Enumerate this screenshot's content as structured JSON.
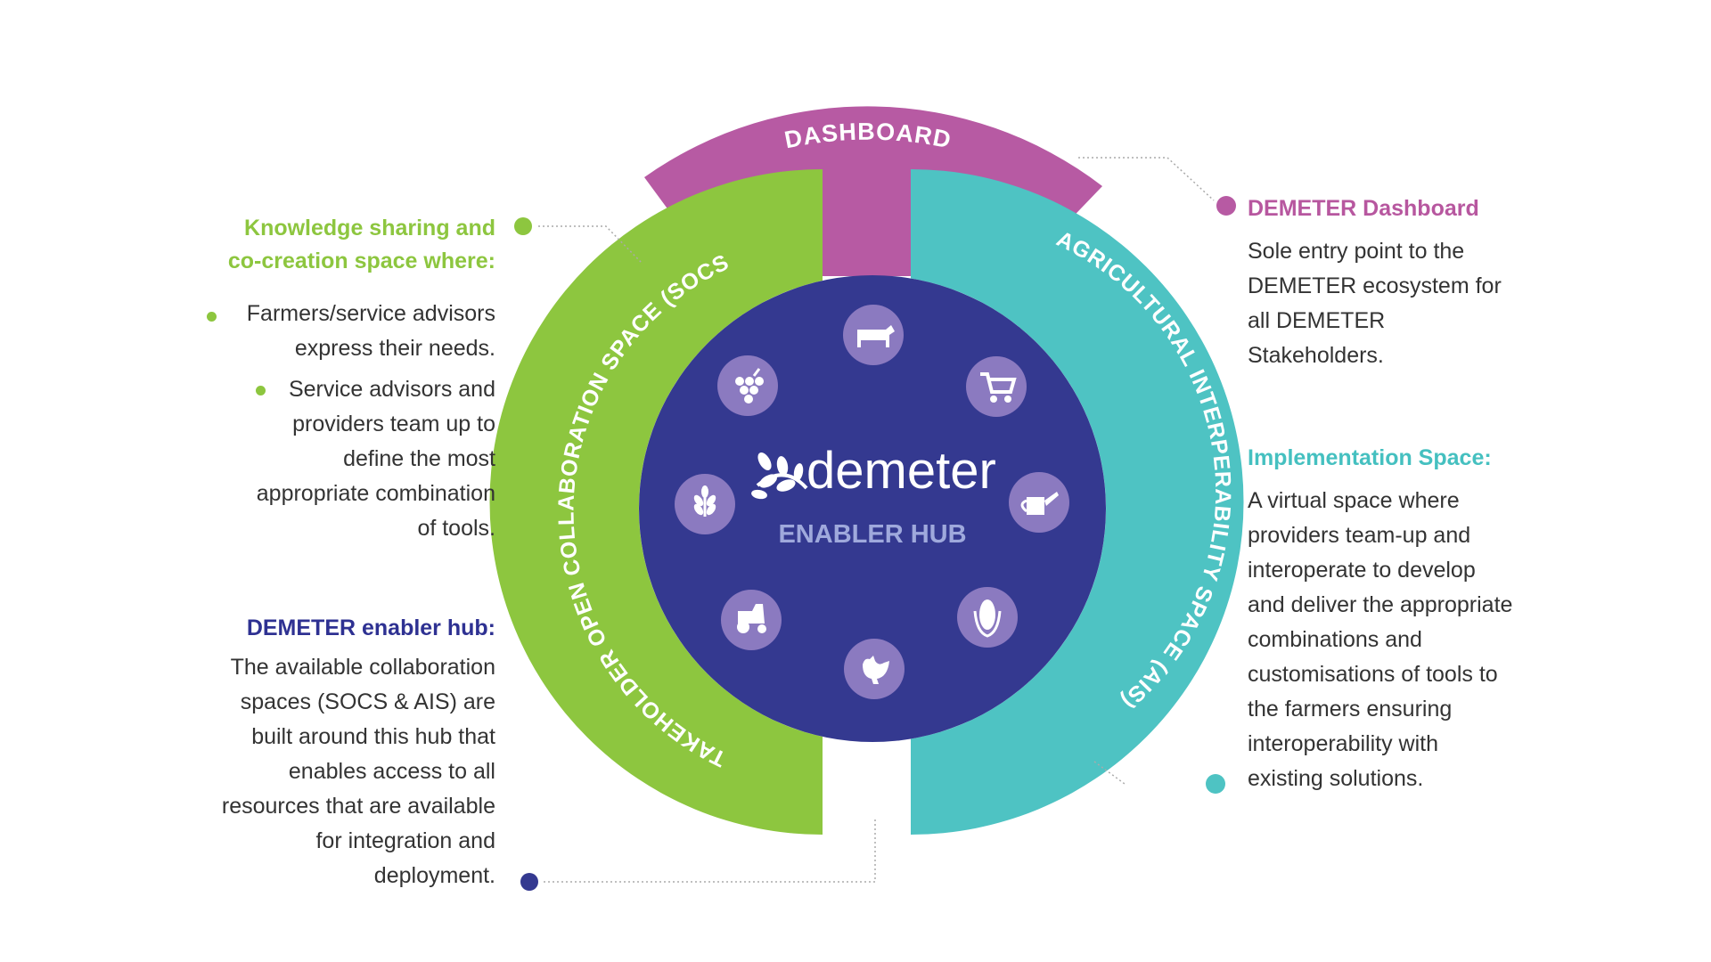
{
  "colors": {
    "green": "#8dc63f",
    "teal": "#4ec3c3",
    "purple": "#b75aa3",
    "navy": "#343990",
    "icon_circle": "#8b7ac0",
    "text": "#333333"
  },
  "ring": {
    "dashboard_label": "DASHBOARD",
    "socs_label": "STAKEHOLDER OPEN COLLABORATION SPACE (SOCS)",
    "ais_label": "AGRICULTURAL INTERPERABILITY SPACE (AIS)"
  },
  "hub": {
    "logo_text": "demeter",
    "subtitle": "ENABLER HUB",
    "icons": [
      "cow-icon",
      "cart-icon",
      "watering-can-icon",
      "corn-icon",
      "chicken-icon",
      "tractor-icon",
      "wheat-icon",
      "grapes-icon"
    ]
  },
  "left_top": {
    "heading_line1": "Knowledge sharing and",
    "heading_line2": "co-creation space where:",
    "bullets": [
      [
        "Farmers/service advisors",
        "express their needs."
      ],
      [
        "Service advisors and",
        "providers team up to",
        "define the most",
        "appropriate combination",
        "of tools."
      ]
    ]
  },
  "left_bottom": {
    "heading": "DEMETER enabler hub:",
    "lines": [
      "The available collaboration",
      "spaces (SOCS & AIS) are",
      "built around this hub that",
      "enables access to all",
      "resources that are available",
      "for integration and",
      "deployment."
    ]
  },
  "right_top": {
    "heading": "DEMETER Dashboard",
    "lines": [
      "Sole entry point to the",
      "DEMETER ecosystem for",
      "all DEMETER",
      "Stakeholders."
    ]
  },
  "right_bottom": {
    "heading": "Implementation Space:",
    "lines": [
      "A virtual space where",
      "providers team-up and",
      "interoperate to develop",
      "and deliver the appropriate",
      "combinations and",
      "customisations of tools to",
      "the farmers ensuring",
      "interoperability with",
      "existing solutions."
    ]
  }
}
